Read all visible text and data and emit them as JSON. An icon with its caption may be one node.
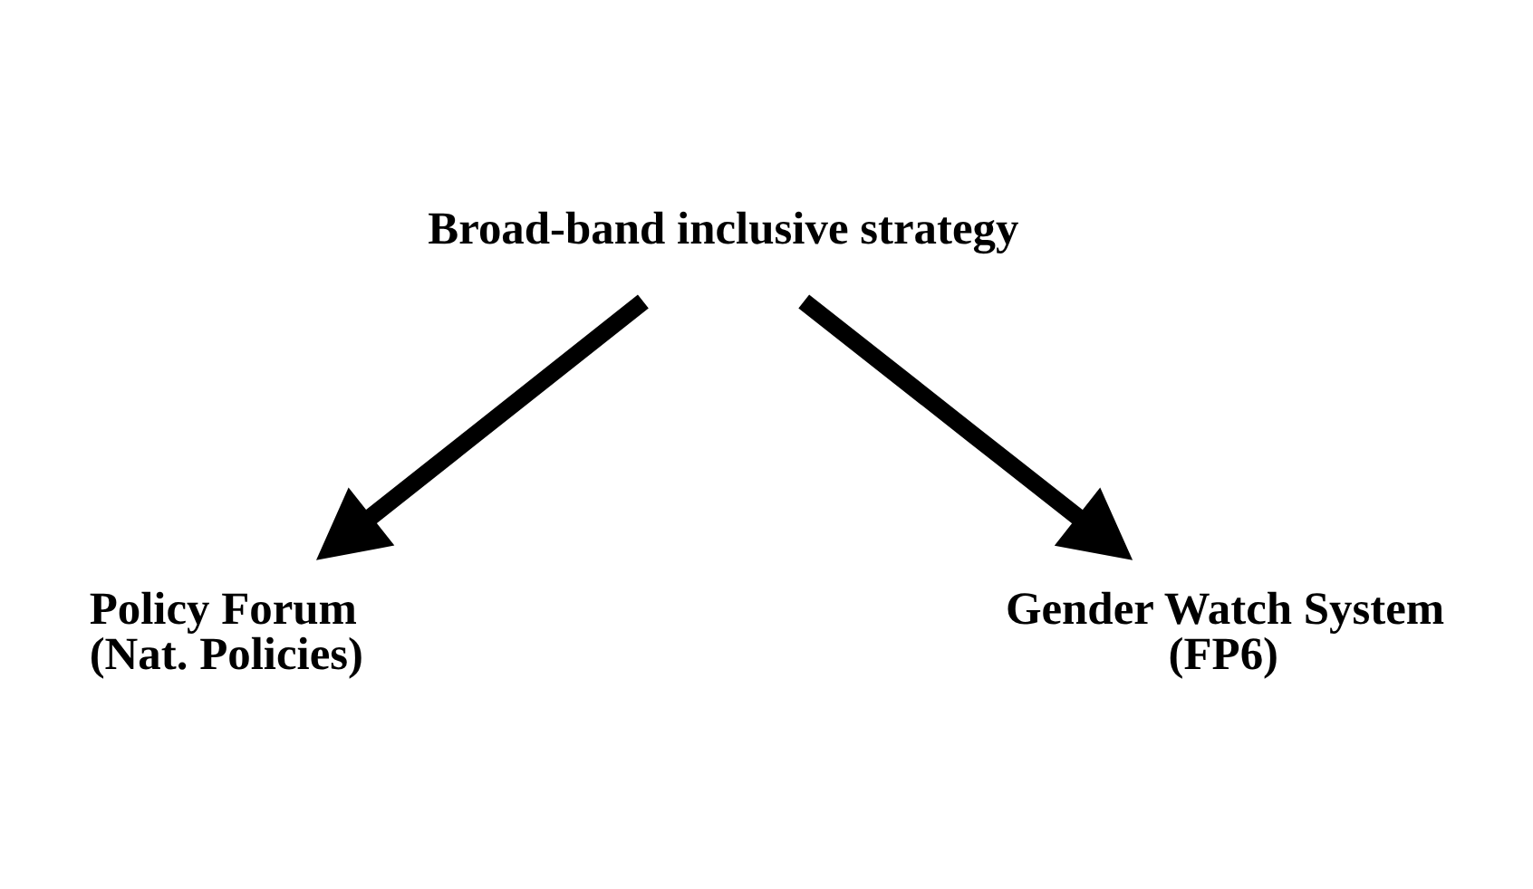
{
  "diagram": {
    "nodes": [
      {
        "text": [
          "Broad-band inclusive strategy"
        ]
      },
      {
        "text": [
          "Policy Forum (Nat. Policies)"
        ]
      },
      {
        "text": [
          "Gender Watch System (FP6)"
        ]
      }
    ],
    "edges": [
      {
        "from": 0,
        "to": 1,
        "arrow": "to"
      },
      {
        "from": 0,
        "to": 2,
        "arrow": "to"
      }
    ]
  }
}
